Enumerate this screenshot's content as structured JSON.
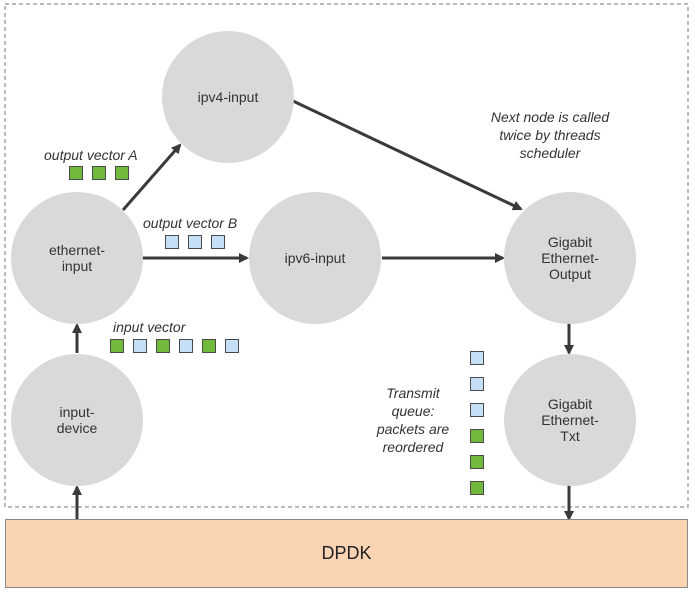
{
  "nodes": {
    "ipv4": "ipv4-input",
    "ethernet": "ethernet-\ninput",
    "ipv6": "ipv6-input",
    "gige_output": "Gigabit\nEthernet-\nOutput",
    "input_device": "input-\ndevice",
    "gige_txt": "Gigabit\nEthernet-\nTxt"
  },
  "labels": {
    "output_vector_a": "output vector A",
    "output_vector_b": "output vector B",
    "input_vector": "input vector",
    "next_node_note": "Next node is called\ntwice by threads\nscheduler",
    "transmit_queue_note": "Transmit\nqueue:\npackets are\nreordered"
  },
  "packets": {
    "output_vector_a": [
      "green",
      "green",
      "green"
    ],
    "output_vector_b": [
      "blue",
      "blue",
      "blue"
    ],
    "input_vector": [
      "green",
      "blue",
      "green",
      "blue",
      "green",
      "blue"
    ],
    "transmit_queue": [
      "blue",
      "blue",
      "blue",
      "green",
      "green",
      "green"
    ]
  },
  "dpdk": {
    "label": "DPDK"
  },
  "colors": {
    "green": "#70b93a",
    "blue": "#c5dff7",
    "node_fill": "#d9d9d9",
    "arrow": "#3a3a3a",
    "dpdk_fill": "#fbd4b4"
  }
}
